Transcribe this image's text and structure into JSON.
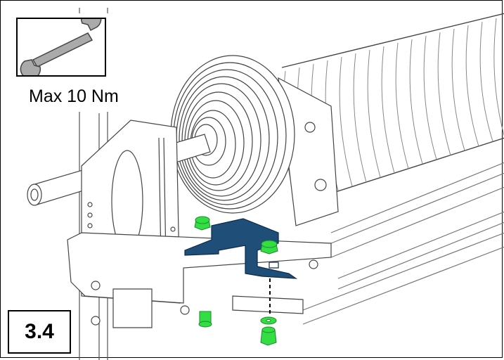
{
  "torque_callout": {
    "icon": "wrench-icon",
    "text": "Max 10 Nm"
  },
  "step": {
    "number": "3.4"
  },
  "colors": {
    "bracket": "#1f4e79",
    "fasteners": "#33dd44",
    "outline": "#000000"
  },
  "parts": [
    "spring-drum",
    "torsion-spring",
    "shaft",
    "end-bracket",
    "support-bracket",
    "bolt",
    "nut",
    "washer"
  ]
}
